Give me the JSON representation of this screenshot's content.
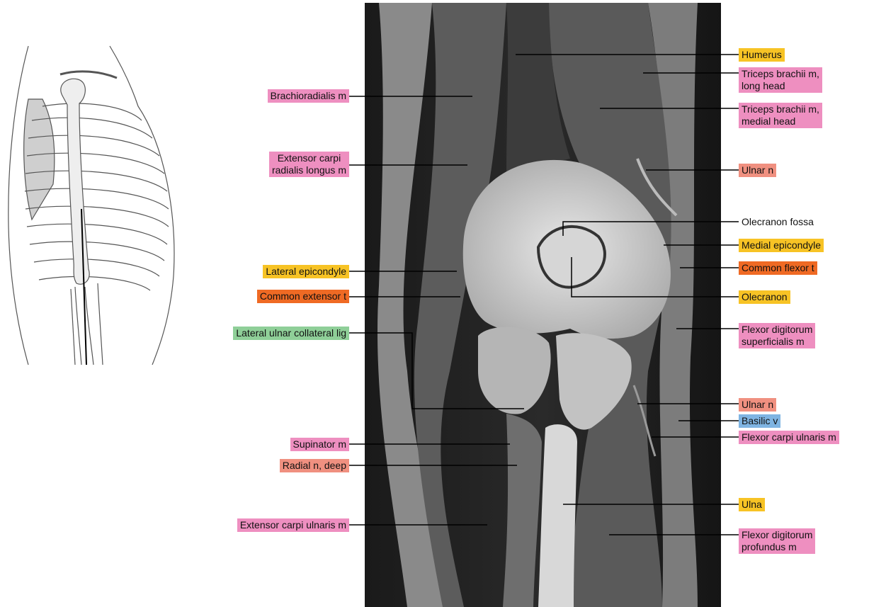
{
  "labels_left": [
    {
      "name": "label-brachioradialis",
      "color": "pink",
      "lines": [
        "Brachioradialis m"
      ]
    },
    {
      "name": "label-extensor-carpi-radialis-longus",
      "color": "pink",
      "lines": [
        "Extensor carpi",
        "radialis longus m"
      ]
    },
    {
      "name": "label-lateral-epicondyle",
      "color": "yellow",
      "lines": [
        "Lateral epicondyle"
      ]
    },
    {
      "name": "label-common-extensor-tendon",
      "color": "orange",
      "lines": [
        "Common extensor t"
      ]
    },
    {
      "name": "label-lateral-ulnar-collateral-lig",
      "color": "green",
      "lines": [
        "Lateral ulnar collateral lig"
      ]
    },
    {
      "name": "label-supinator",
      "color": "pink",
      "lines": [
        "Supinator m"
      ]
    },
    {
      "name": "label-radial-nerve-deep",
      "color": "salmon",
      "lines": [
        "Radial n, deep"
      ]
    },
    {
      "name": "label-extensor-carpi-ulnaris",
      "color": "pink",
      "lines": [
        "Extensor carpi ulnaris m"
      ]
    }
  ],
  "labels_right": [
    {
      "name": "label-humerus",
      "color": "yellow",
      "lines": [
        "Humerus"
      ]
    },
    {
      "name": "label-triceps-long-head",
      "color": "pink",
      "lines": [
        "Triceps brachii m,",
        "long head"
      ]
    },
    {
      "name": "label-triceps-medial-head",
      "color": "pink",
      "lines": [
        "Triceps brachii m,",
        "medial head"
      ]
    },
    {
      "name": "label-ulnar-nerve-upper",
      "color": "salmon",
      "lines": [
        "Ulnar n"
      ]
    },
    {
      "name": "label-olecranon-fossa",
      "color": "none",
      "lines": [
        "Olecranon fossa"
      ]
    },
    {
      "name": "label-medial-epicondyle",
      "color": "yellow",
      "lines": [
        "Medial epicondyle"
      ]
    },
    {
      "name": "label-common-flexor-tendon",
      "color": "orange",
      "lines": [
        "Common flexor t"
      ]
    },
    {
      "name": "label-olecranon",
      "color": "yellow",
      "lines": [
        "Olecranon"
      ]
    },
    {
      "name": "label-flexor-digitorum-superficialis",
      "color": "pink",
      "lines": [
        "Flexor digitorum",
        "superficialis m"
      ]
    },
    {
      "name": "label-ulnar-nerve-lower",
      "color": "salmon",
      "lines": [
        "Ulnar n"
      ]
    },
    {
      "name": "label-basilic-vein",
      "color": "blue",
      "lines": [
        "Basilic v"
      ]
    },
    {
      "name": "label-flexor-carpi-ulnaris",
      "color": "pink",
      "lines": [
        "Flexor carpi ulnaris m"
      ]
    },
    {
      "name": "label-ulna",
      "color": "yellow",
      "lines": [
        "Ulna"
      ]
    },
    {
      "name": "label-flexor-digitorum-profundus",
      "color": "pink",
      "lines": [
        "Flexor digitorum",
        "profundus m"
      ]
    }
  ]
}
